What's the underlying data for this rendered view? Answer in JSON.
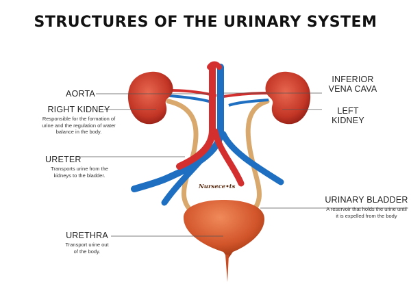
{
  "title": "STRUCTURES OF THE URINARY SYSTEM",
  "labels": {
    "aorta": "AORTA",
    "right_kidney": {
      "name": "RIGHT KIDNEY",
      "desc": "Responsible for the formation of urine and the regulation of water balance in the body."
    },
    "ureter": {
      "name": "URETER",
      "desc": "Transports urine from the kidneys to the bladder."
    },
    "urethra": {
      "name": "URETHRA",
      "desc": "Transport urine out of the body."
    },
    "inferior_vena_cava": {
      "line1": "INFERIOR",
      "line2": "VENA CAVA"
    },
    "left_kidney": {
      "line1": "LEFT",
      "line2": "KIDNEY"
    },
    "urinary_bladder": {
      "name": "URINARY BLADDER",
      "desc": "A reservoir that holds the urine until it is expelled from the body"
    }
  },
  "logo_text": "Nursece•ts",
  "colors": {
    "kidney": "#c0392b",
    "aorta": "#d32f2f",
    "vena_cava": "#1e6fc2",
    "ureter": "#d9a86c",
    "bladder": "#d2552a",
    "leader_line": "#555555"
  }
}
